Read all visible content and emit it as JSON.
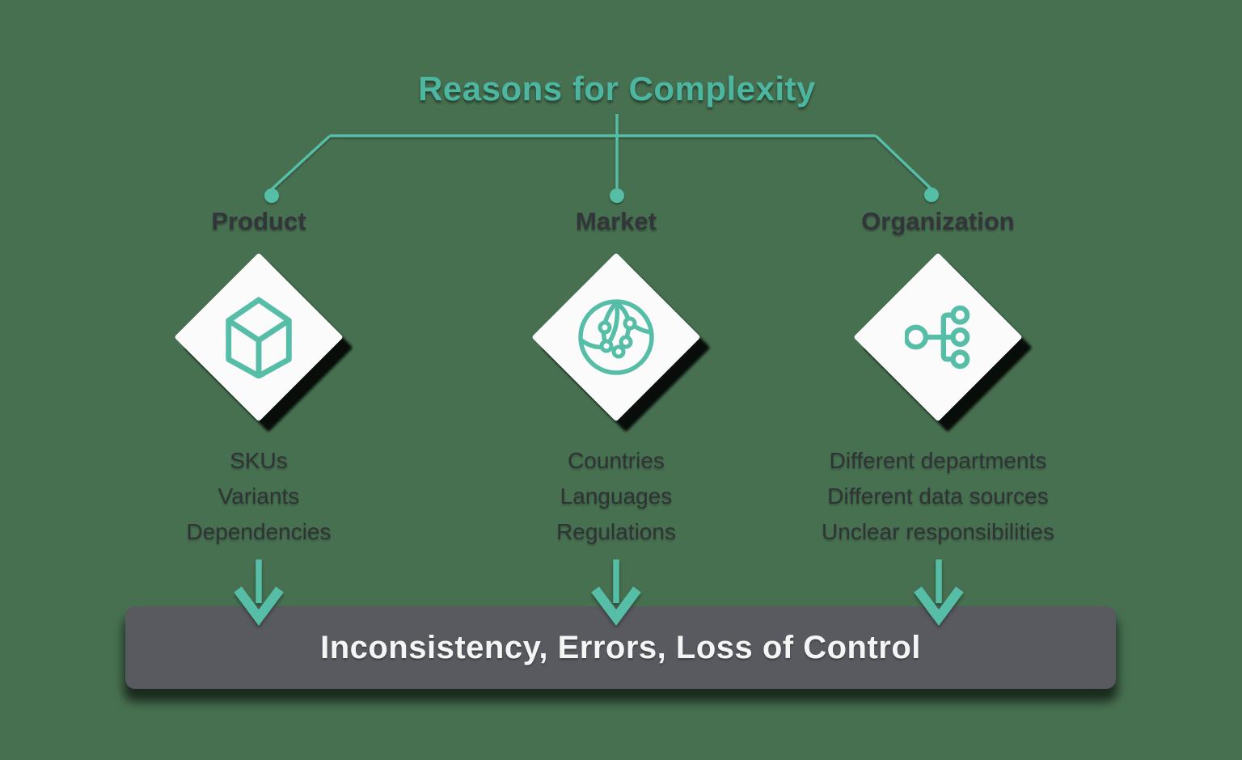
{
  "colors": {
    "background": "#477050",
    "accent_teal": "#56BDA7",
    "title_teal": "#4CB6A0",
    "heading_text": "#32363A",
    "list_text": "#2F3336",
    "diamond_fill": "#FBFBFB",
    "diamond_shadow": "#000000",
    "result_bar_background": "#595A60",
    "result_bar_text": "#F4F5F5"
  },
  "title": {
    "text": "Reasons for Complexity"
  },
  "columns": [
    {
      "label": "Product",
      "icon": "cube-icon",
      "items": [
        "SKUs",
        "Variants",
        "Dependencies"
      ]
    },
    {
      "label": "Market",
      "icon": "globe-network-icon",
      "items": [
        "Countries",
        "Languages",
        "Regulations"
      ]
    },
    {
      "label": "Organization",
      "icon": "org-hierarchy-icon",
      "items": [
        "Different departments",
        "Different data sources",
        "Unclear responsibilities"
      ]
    }
  ],
  "result_bar": {
    "text": "Inconsistency, Errors, Loss of Control"
  }
}
